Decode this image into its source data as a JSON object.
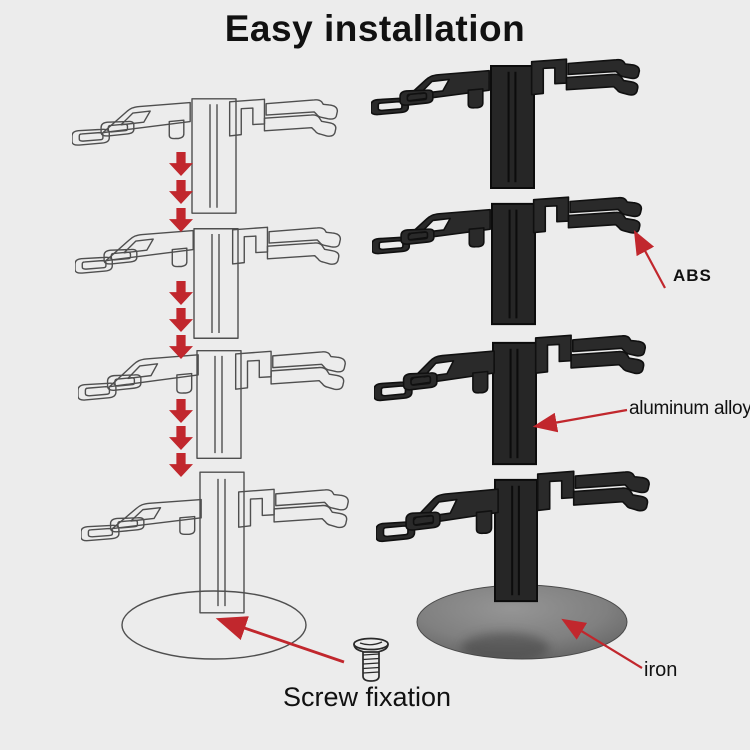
{
  "page": {
    "title": "Easy installation"
  },
  "colors": {
    "page_bg": "#ececec",
    "accent_red": "#c1272d",
    "wire_stroke": "#4f4f4f",
    "solid_dark": "#2a2a2a",
    "solid_edge": "#101010",
    "base_top": "#959595",
    "base_edge": "#636363",
    "text_color": "#111111"
  },
  "assembly_diagram": {
    "screw_caption": "Screw fixation",
    "levels": 4,
    "arrows_per_gap": 3
  },
  "material_callouts": {
    "abs": "ABS",
    "aluminum": "aluminum alloy",
    "iron": "iron"
  }
}
